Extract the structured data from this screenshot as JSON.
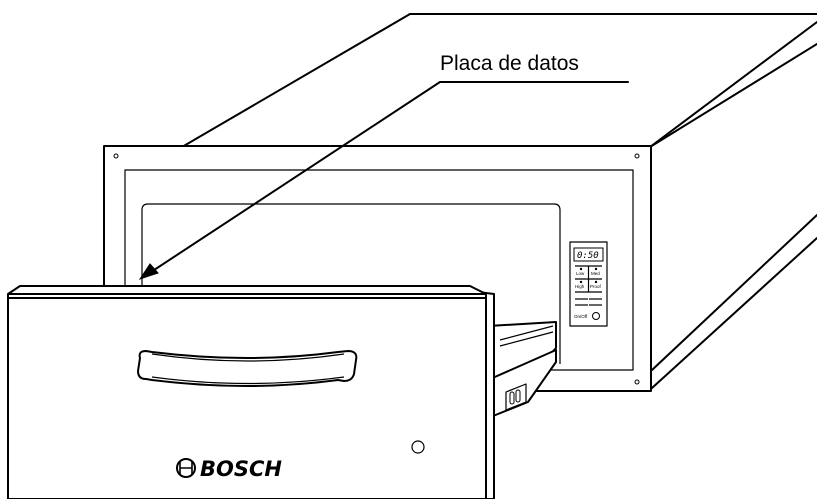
{
  "callout": {
    "label": "Placa de datos"
  },
  "drawer_front": {
    "brand": "BOSCH",
    "logo_icon": "bosch-circle-logo-icon"
  },
  "control_panel": {
    "display": "0:50",
    "buttons": [
      {
        "label": "Low"
      },
      {
        "label": "Med"
      },
      {
        "label": "High"
      },
      {
        "label": "Proof"
      }
    ],
    "bottom_label": "On/Off",
    "power_icon": "power-ring-icon"
  }
}
